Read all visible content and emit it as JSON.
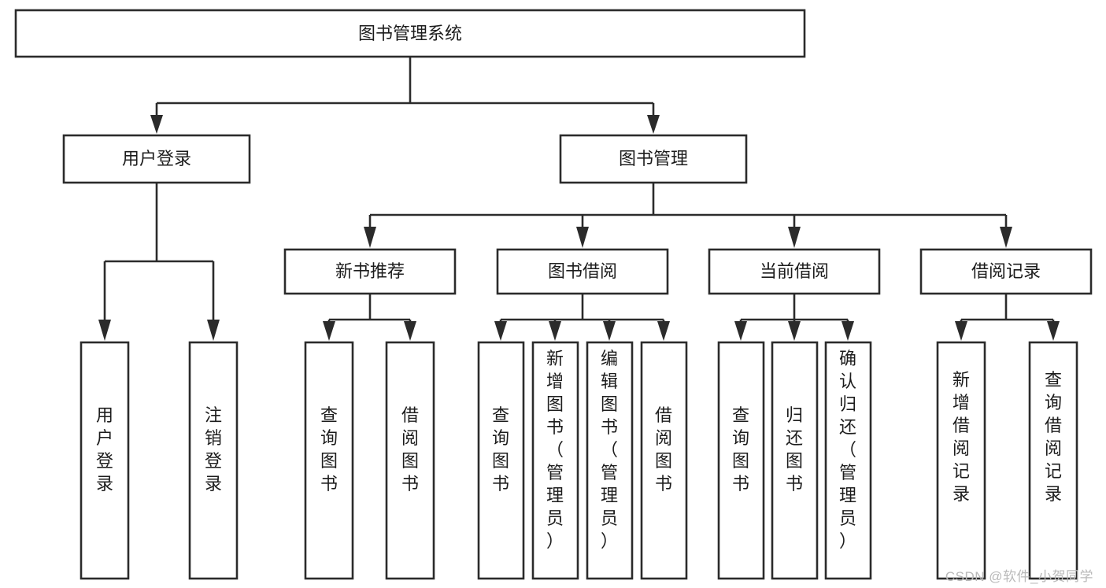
{
  "diagram": {
    "type": "tree-hierarchy-diagram",
    "title": "图书管理系统",
    "watermark": "CSDN @软件_小贺同学",
    "colors": {
      "stroke": "#2b2b2b",
      "fill": "#ffffff",
      "text": "#1c1c1c",
      "watermark": "#b9b9b9"
    },
    "levels": [
      {
        "level": 1,
        "nodes": [
          {
            "id": "root",
            "label": "图书管理系统",
            "orientation": "horizontal"
          }
        ]
      },
      {
        "level": 2,
        "nodes": [
          {
            "id": "login",
            "label": "用户登录",
            "orientation": "horizontal",
            "parent": "root"
          },
          {
            "id": "bookmgmt",
            "label": "图书管理",
            "orientation": "horizontal",
            "parent": "root"
          }
        ]
      },
      {
        "level": 3,
        "nodes": [
          {
            "id": "newbook",
            "label": "新书推荐",
            "orientation": "horizontal",
            "parent": "bookmgmt"
          },
          {
            "id": "borrow",
            "label": "图书借阅",
            "orientation": "horizontal",
            "parent": "bookmgmt"
          },
          {
            "id": "current",
            "label": "当前借阅",
            "orientation": "horizontal",
            "parent": "bookmgmt"
          },
          {
            "id": "records",
            "label": "借阅记录",
            "orientation": "horizontal",
            "parent": "bookmgmt"
          }
        ]
      },
      {
        "level": 4,
        "nodes": [
          {
            "id": "leaf-1",
            "label": "用户登录",
            "orientation": "vertical",
            "parent": "login"
          },
          {
            "id": "leaf-2",
            "label": "注销登录",
            "orientation": "vertical",
            "parent": "login"
          },
          {
            "id": "leaf-3",
            "label": "查询图书",
            "orientation": "vertical",
            "parent": "newbook"
          },
          {
            "id": "leaf-4",
            "label": "借阅图书",
            "orientation": "vertical",
            "parent": "newbook"
          },
          {
            "id": "leaf-5",
            "label": "查询图书",
            "orientation": "vertical",
            "parent": "borrow"
          },
          {
            "id": "leaf-6",
            "label": "新增图书（管理员）",
            "orientation": "vertical",
            "parent": "borrow"
          },
          {
            "id": "leaf-7",
            "label": "编辑图书（管理员）",
            "orientation": "vertical",
            "parent": "borrow"
          },
          {
            "id": "leaf-8",
            "label": "借阅图书",
            "orientation": "vertical",
            "parent": "borrow"
          },
          {
            "id": "leaf-9",
            "label": "查询图书",
            "orientation": "vertical",
            "parent": "current"
          },
          {
            "id": "leaf-10",
            "label": "归还图书",
            "orientation": "vertical",
            "parent": "current"
          },
          {
            "id": "leaf-11",
            "label": "确认归还（管理员）",
            "orientation": "vertical",
            "parent": "current"
          },
          {
            "id": "leaf-12",
            "label": "新增借阅记录",
            "orientation": "vertical",
            "parent": "records"
          },
          {
            "id": "leaf-13",
            "label": "查询借阅记录",
            "orientation": "vertical",
            "parent": "records"
          }
        ]
      }
    ]
  }
}
